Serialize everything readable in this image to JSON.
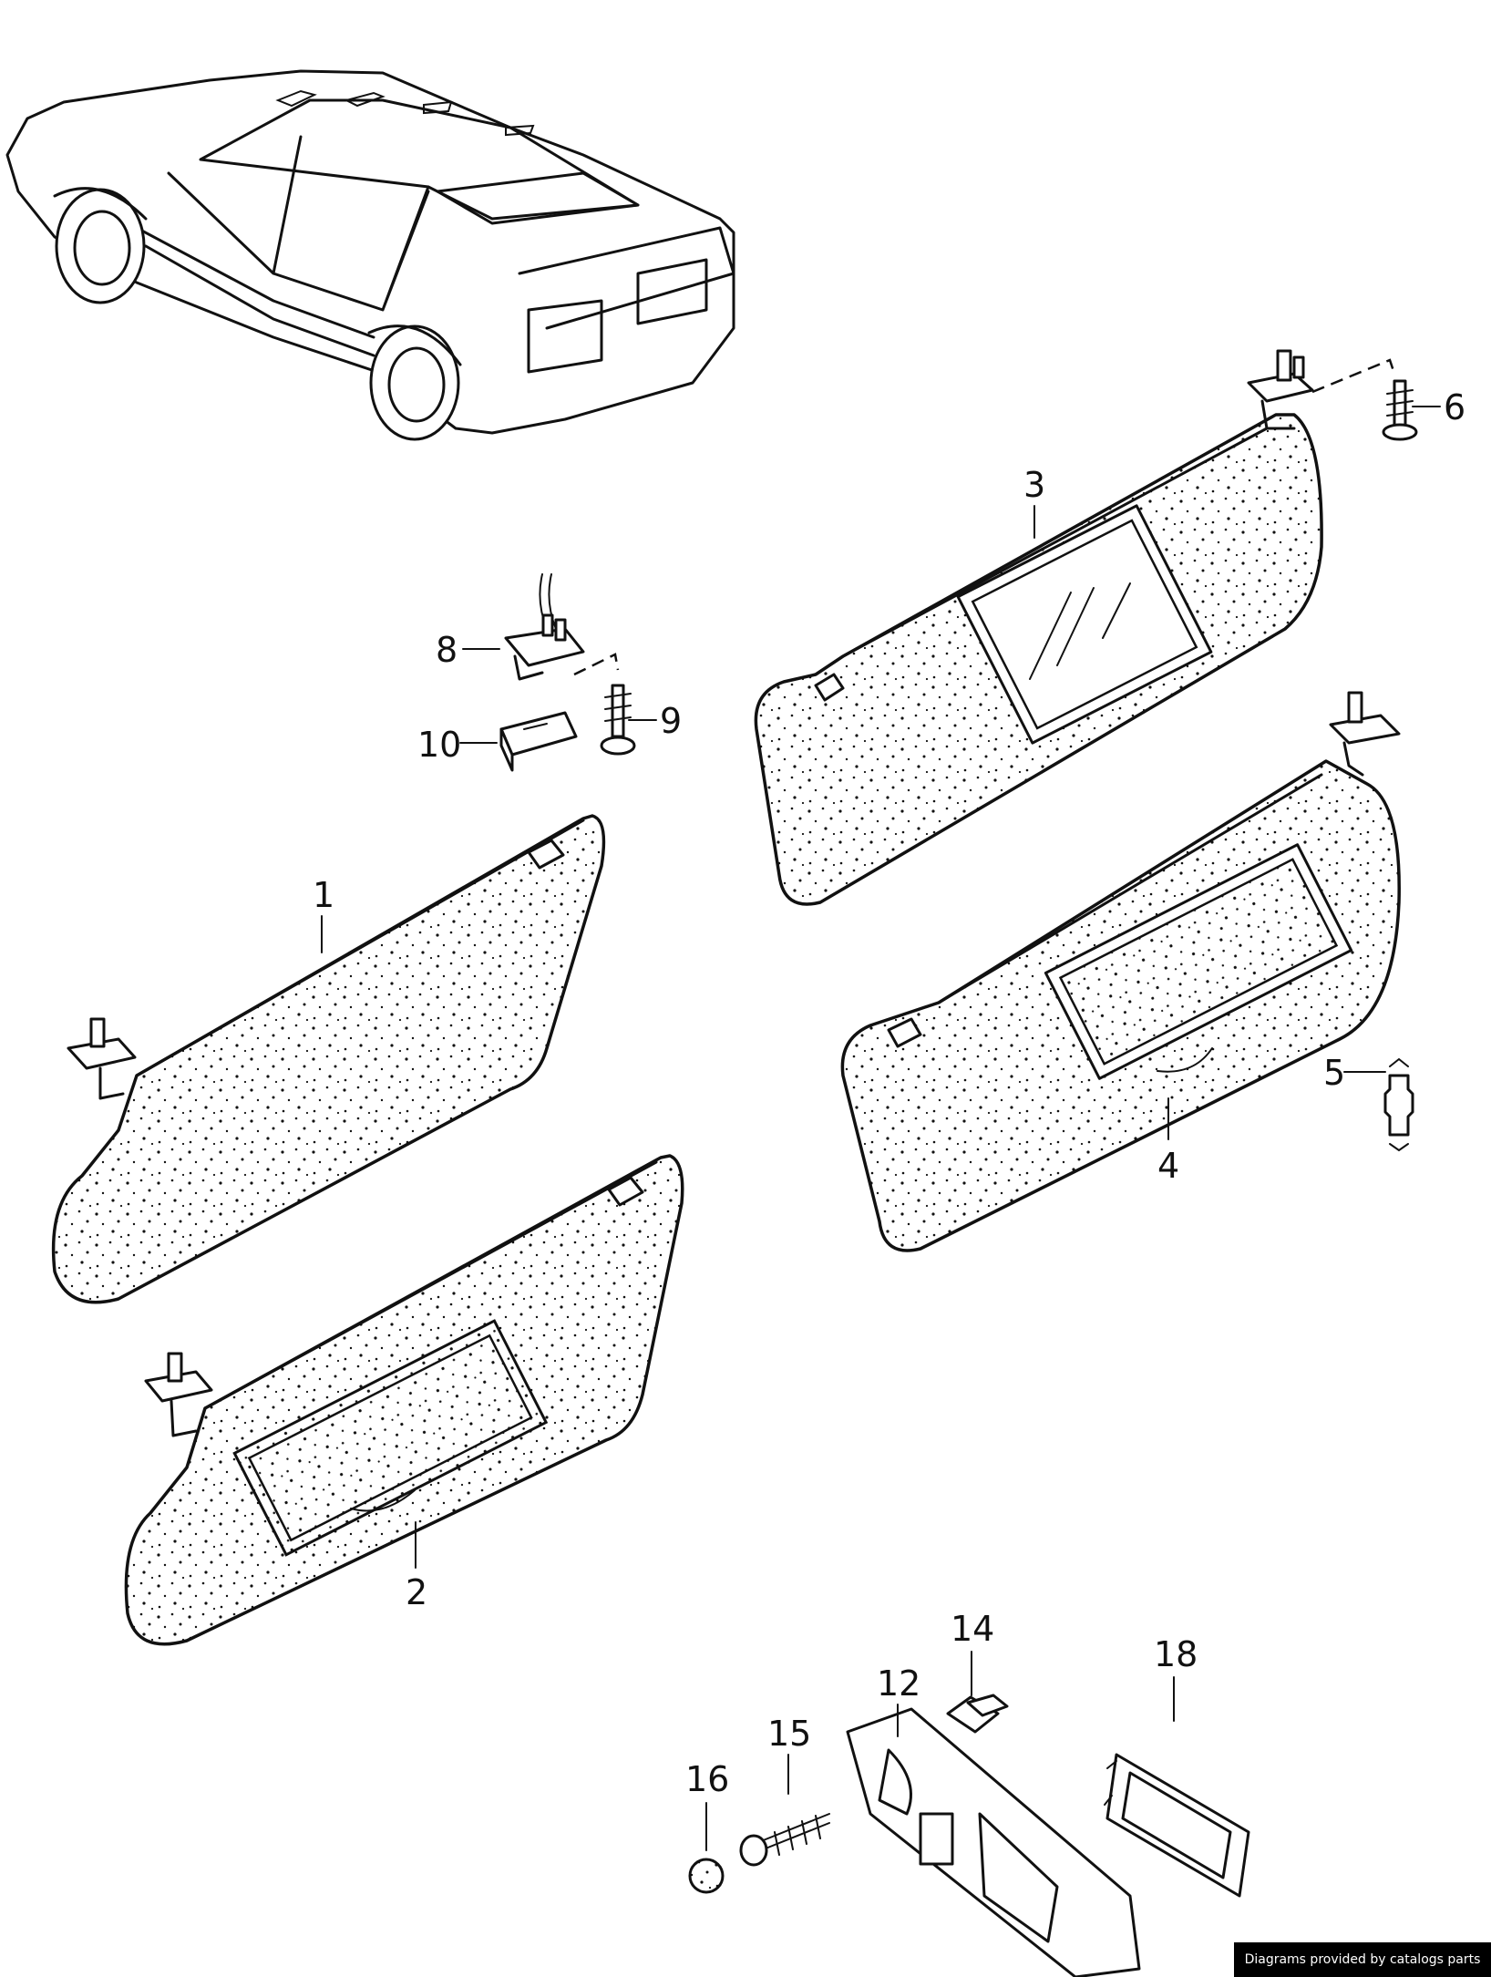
{
  "callouts": {
    "c1": "1",
    "c2": "2",
    "c3": "3",
    "c4": "4",
    "c5": "5",
    "c6": "6",
    "c8": "8",
    "c9": "9",
    "c10": "10",
    "c12": "12",
    "c14": "14",
    "c15": "15",
    "c16": "16",
    "c18": "18"
  },
  "footer": {
    "credit": "Diagrams provided by catalogs parts"
  }
}
